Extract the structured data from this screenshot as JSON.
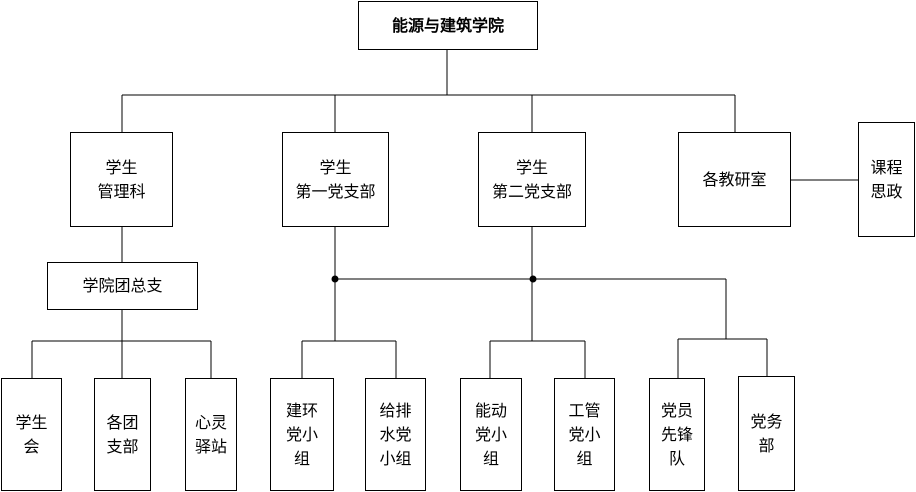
{
  "org_chart": {
    "root": {
      "label": "能源与建筑学院"
    },
    "level1": [
      {
        "lines": [
          "学生",
          "管理科"
        ]
      },
      {
        "lines": [
          "学生",
          "第一党支部"
        ]
      },
      {
        "lines": [
          "学生",
          "第二党支部"
        ]
      },
      {
        "lines": [
          "各教研室"
        ]
      }
    ],
    "side_node": {
      "lines": [
        "课程",
        "思政"
      ]
    },
    "league": {
      "label": "学院团总支"
    },
    "league_children": [
      {
        "lines": [
          "学生",
          "会"
        ]
      },
      {
        "lines": [
          "各团",
          "支部"
        ]
      },
      {
        "lines": [
          "心灵",
          "驿站"
        ]
      }
    ],
    "party_groups": [
      {
        "lines": [
          "建环",
          "党小",
          "组"
        ]
      },
      {
        "lines": [
          "给排",
          "水党",
          "小组"
        ]
      },
      {
        "lines": [
          "能动",
          "党小",
          "组"
        ]
      },
      {
        "lines": [
          "工管",
          "党小",
          "组"
        ]
      },
      {
        "lines": [
          "党员",
          "先锋",
          "队"
        ]
      },
      {
        "lines": [
          "党务",
          "部"
        ]
      }
    ]
  }
}
